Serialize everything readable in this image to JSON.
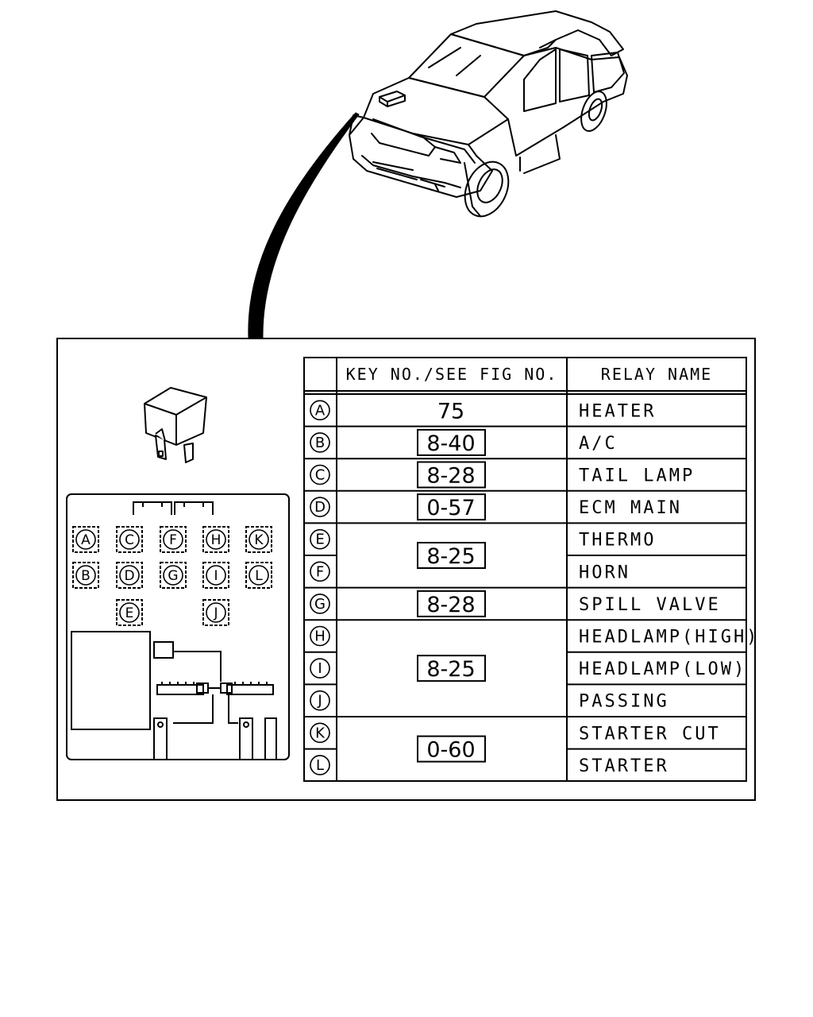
{
  "table": {
    "headers": {
      "key": "KEY NO./SEE FIG NO.",
      "relay": "RELAY NAME"
    },
    "rows": [
      {
        "key": "A",
        "relay": "HEATER"
      },
      {
        "key": "B",
        "relay": "A/C"
      },
      {
        "key": "C",
        "relay": "TAIL LAMP"
      },
      {
        "key": "D",
        "relay": "ECM MAIN"
      },
      {
        "key": "E",
        "relay": "THERMO"
      },
      {
        "key": "F",
        "relay": "HORN"
      },
      {
        "key": "G",
        "relay": "SPILL VALVE"
      },
      {
        "key": "H",
        "relay": "HEADLAMP(HIGH)"
      },
      {
        "key": "I",
        "relay": "HEADLAMP(LOW)"
      },
      {
        "key": "J",
        "relay": "PASSING"
      },
      {
        "key": "K",
        "relay": "STARTER CUT"
      },
      {
        "key": "L",
        "relay": "STARTER"
      }
    ],
    "refs": [
      {
        "text": "75",
        "boxed": false
      },
      {
        "text": "8-40",
        "boxed": true
      },
      {
        "text": "8-28",
        "boxed": true
      },
      {
        "text": "0-57",
        "boxed": true
      },
      {
        "text": "8-25",
        "boxed": true
      },
      {
        "text": "8-28",
        "boxed": true
      },
      {
        "text": "8-25",
        "boxed": true
      },
      {
        "text": "0-60",
        "boxed": true
      }
    ]
  },
  "relay_box": {
    "row1": [
      "A",
      "C",
      "F",
      "H",
      "K"
    ],
    "row2": [
      "B",
      "D",
      "G",
      "I",
      "L"
    ],
    "row3": [
      "E",
      "J"
    ]
  }
}
